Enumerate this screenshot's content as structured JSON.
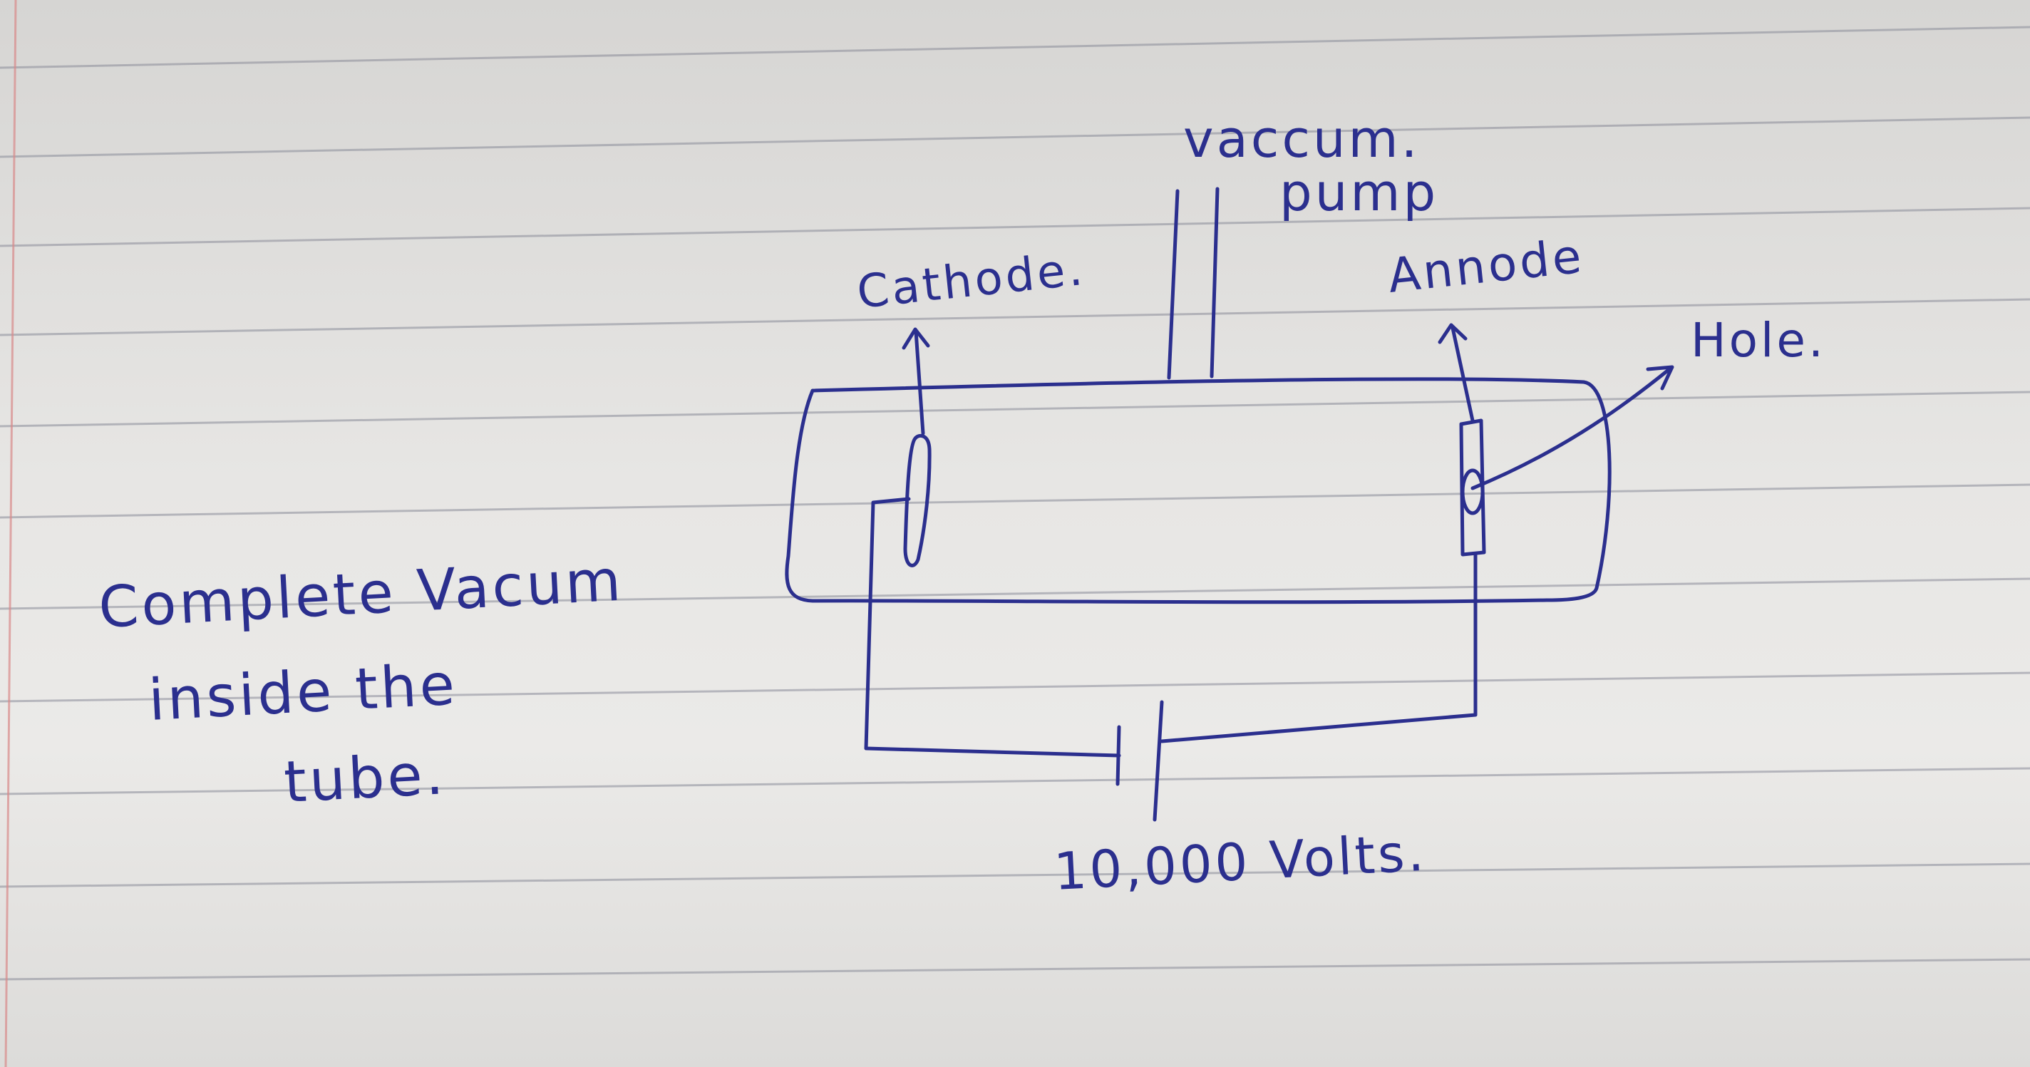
{
  "labels": {
    "vacuum_pump_line1": "vaccum.",
    "vacuum_pump_line2": "pump",
    "cathode": "Cathode.",
    "anode": "Annode",
    "hole": "Hole.",
    "note_line1": "Complete Vacum",
    "note_line2": "inside  the",
    "note_line3": "tube.",
    "voltage": "10,000 Volts."
  },
  "colors": {
    "ink": "#2b2f8e",
    "paper": "#e6e5e3",
    "ruled_line": "#8a8c99",
    "margin_line": "#d98a8a"
  }
}
